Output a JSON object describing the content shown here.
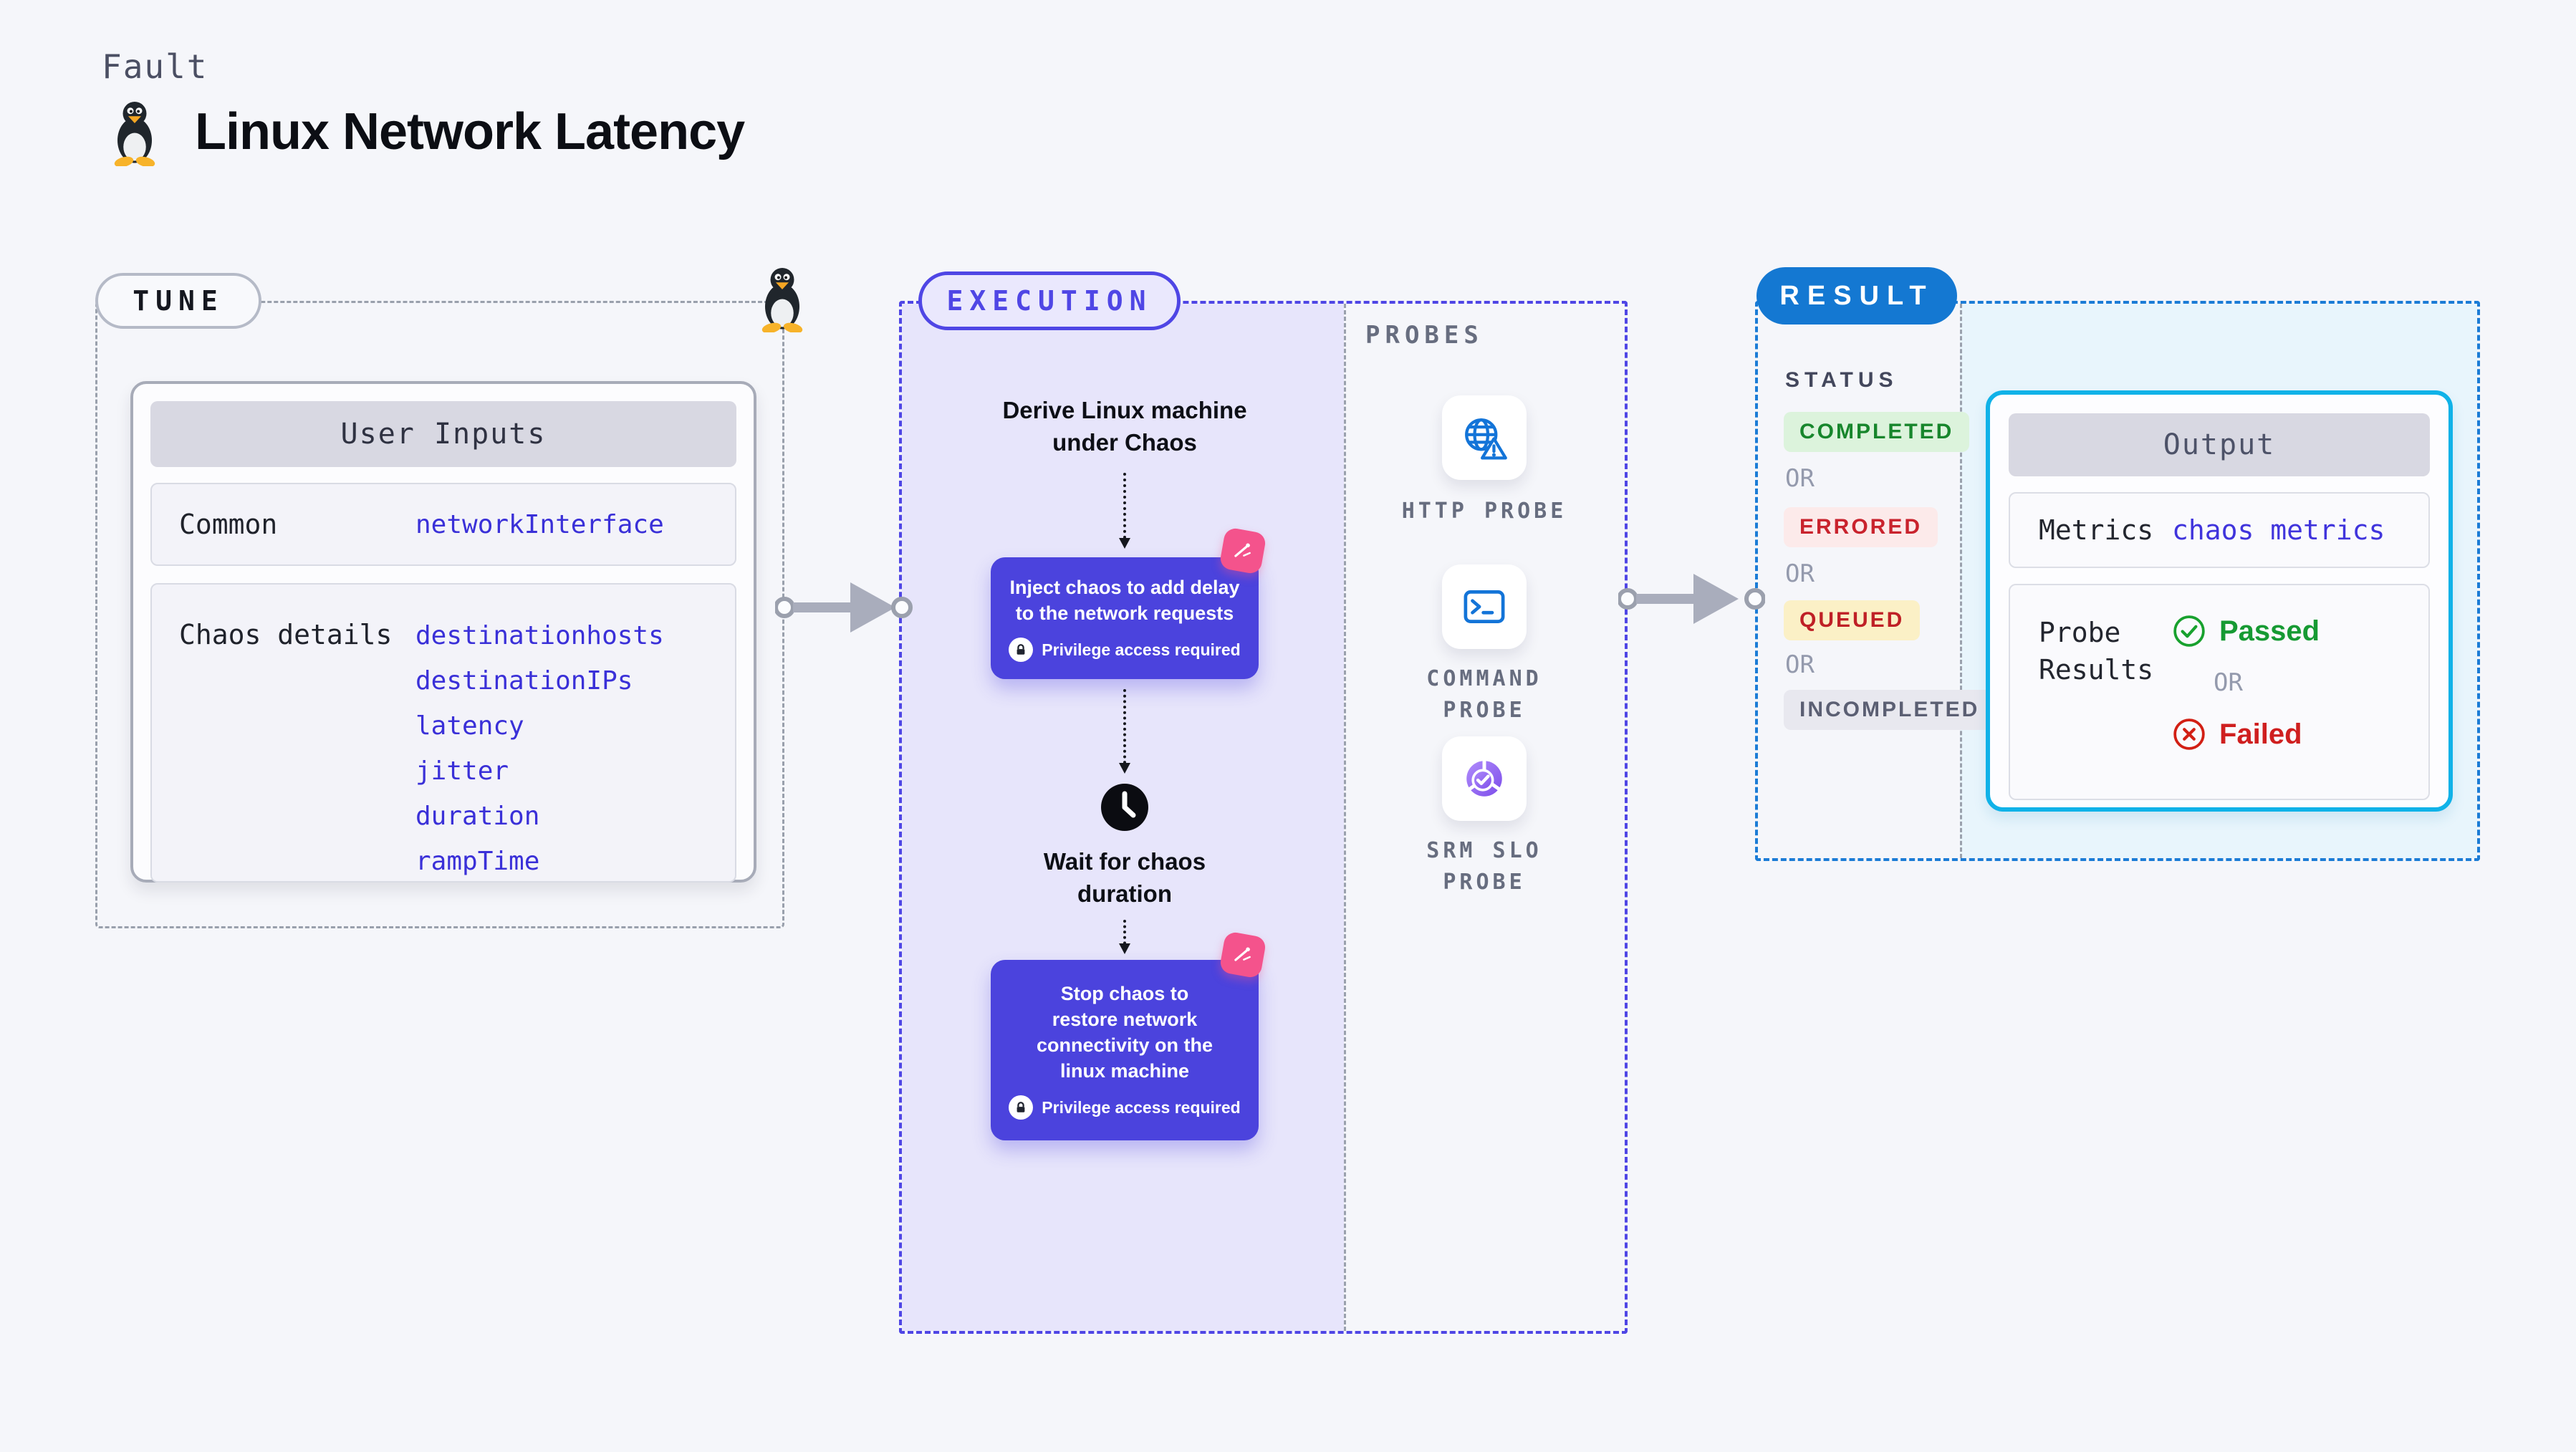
{
  "header": {
    "fault_label": "Fault",
    "title": "Linux Network Latency"
  },
  "tune": {
    "badge": "TUNE",
    "card": {
      "header": "User Inputs",
      "rows": [
        {
          "label": "Common",
          "values": [
            "networkInterface"
          ]
        },
        {
          "label": "Chaos details",
          "values": [
            "destinationhosts",
            "destinationIPs",
            "latency",
            "jitter",
            "duration",
            "rampTime"
          ]
        }
      ]
    }
  },
  "execution": {
    "badge": "EXECUTION",
    "derive_text": "Derive Linux machine under Chaos",
    "inject_text": "Inject chaos to add delay to the network requests",
    "privilege_text": "Privilege access required",
    "wait_text": "Wait for chaos duration",
    "stop_text": "Stop chaos to restore network connectivity on the linux machine"
  },
  "probes": {
    "label": "PROBES",
    "items": [
      {
        "name": "HTTP PROBE",
        "icon": "globe-alert-icon"
      },
      {
        "name": "COMMAND PROBE",
        "icon": "terminal-icon"
      },
      {
        "name": "SRM SLO PROBE",
        "icon": "slo-donut-icon"
      }
    ]
  },
  "result": {
    "badge": "RESULT",
    "status_label": "STATUS",
    "or_label": "OR",
    "statuses": [
      {
        "label": "COMPLETED",
        "type": "success"
      },
      {
        "label": "ERRORED",
        "type": "error"
      },
      {
        "label": "QUEUED",
        "type": "warning"
      },
      {
        "label": "INCOMPLETED",
        "type": "neutral"
      }
    ],
    "output": {
      "header": "Output",
      "metrics_label": "Metrics",
      "metrics_value": "chaos metrics",
      "probe_results_label": "Probe Results",
      "passed_label": "Passed",
      "or_label": "OR",
      "failed_label": "Failed"
    }
  },
  "colors": {
    "indigo": "#4f46e5",
    "execution_fill": "#e7e5fb",
    "result_blue": "#1478d2",
    "result_border": "#1b7cd6",
    "output_cyan": "#10b2e8",
    "cyan_fill": "#e8f5fc",
    "pink": "#f4538c",
    "value_text": "#3a30d8",
    "success": "#17862c",
    "error": "#c9232d",
    "warning_text": "#bf2026",
    "neutral": "#5b5f73",
    "passed": "#169a33",
    "failed": "#cf1f1f"
  }
}
